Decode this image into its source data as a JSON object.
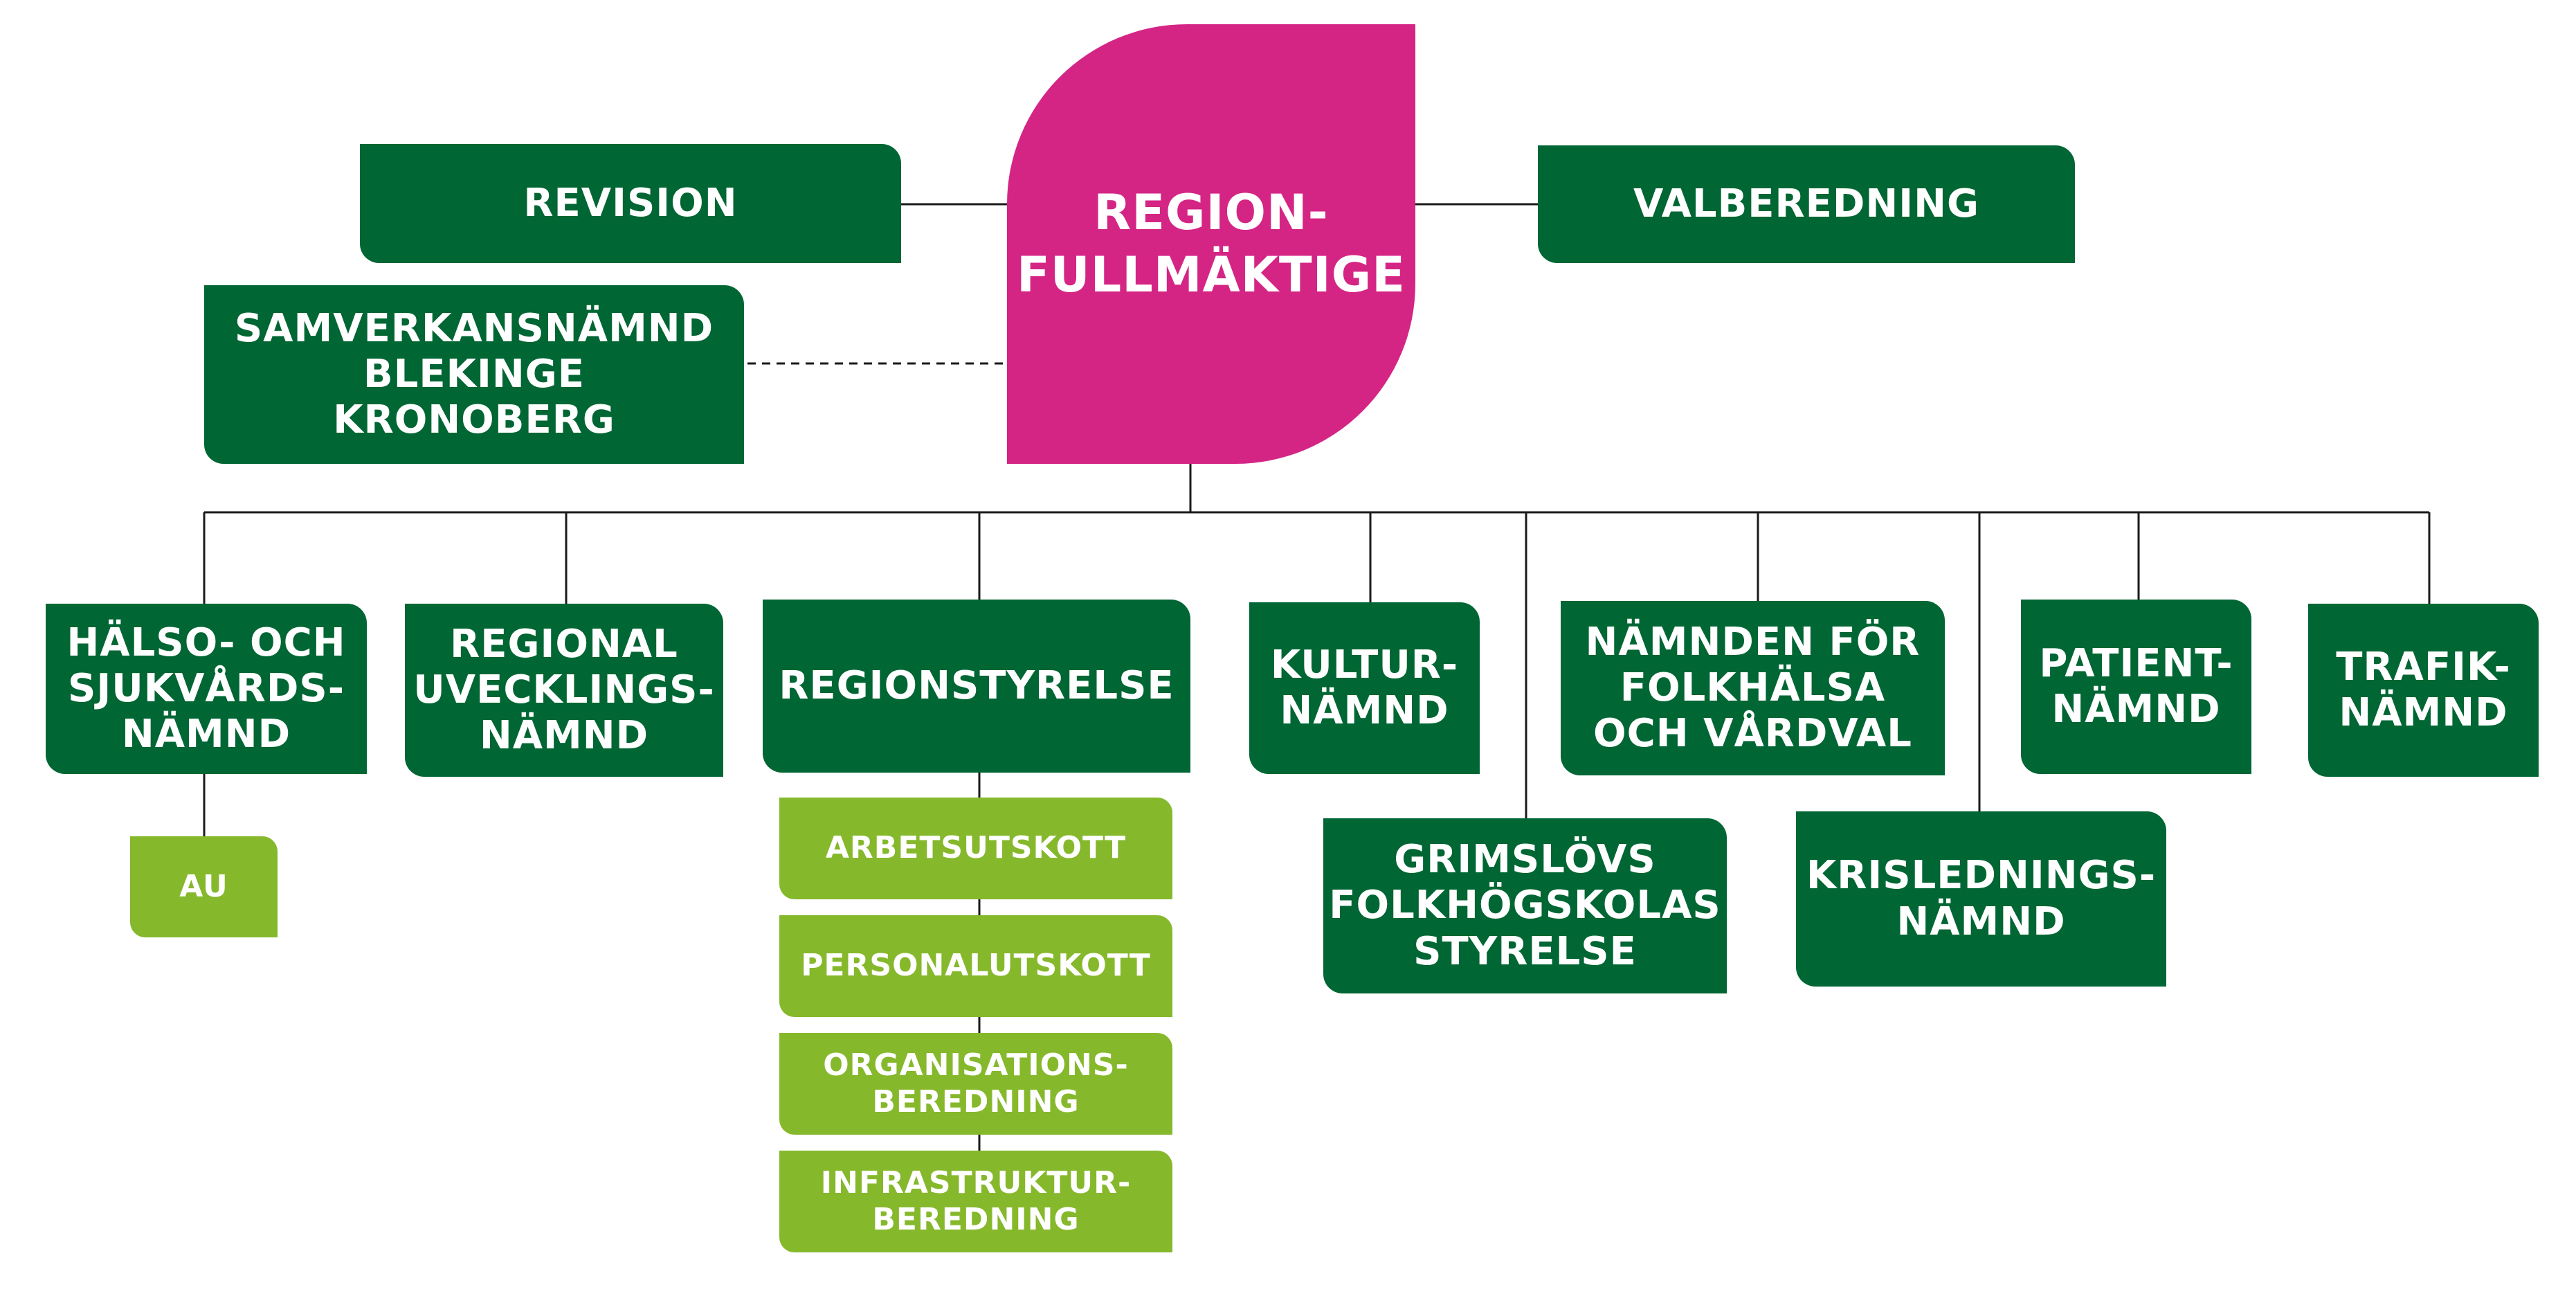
{
  "colors": {
    "main": "#d42585",
    "board": "#006633",
    "committee": "#86b82c",
    "line": "#1a1a1a"
  },
  "top": {
    "main": "REGION-\nFULLMÄKTIGE",
    "revision": "REVISION",
    "valberedning": "VALBEREDNING",
    "samverkan": "SAMVERKANSNÄMND\nBLEKINGE\nKRONOBERG"
  },
  "boards": {
    "halso": "HÄLSO- OCH\nSJUKVÅRDS-\nNÄMND",
    "regional": "REGIONAL\nUVECKLINGS-\nNÄMND",
    "regionstyrelse": "REGIONSTYRELSE",
    "kultur": "KULTUR-\nNÄMND",
    "folkhalsa": "NÄMNDEN FÖR\nFOLKHÄLSA\nOCH  VÅRDVAL",
    "patient": "PATIENT-\nNÄMND",
    "trafik": "TRAFIK-\nNÄMND",
    "grimslovs": "GRIMSLÖVS\nFOLKHÖGSKOLAS\nSTYRELSE",
    "krisledning": "KRISLEDNINGS-\nNÄMND"
  },
  "committees": {
    "au": "AU",
    "arbetsutskott": "ARBETSUTSKOTT",
    "personalutskott": "PERSONALUTSKOTT",
    "organisation": "ORGANISATIONS-\nBEREDNING",
    "infrastruktur": "INFRASTRUKTUR-\nBEREDNING"
  }
}
